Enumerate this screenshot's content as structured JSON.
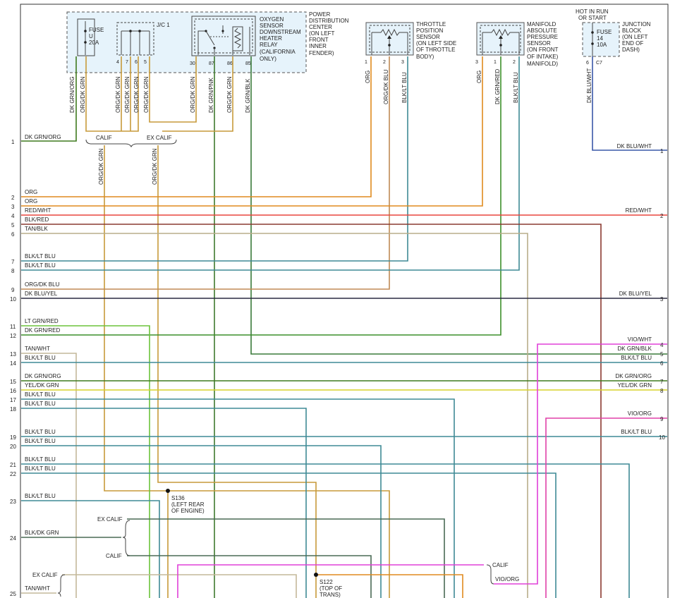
{
  "colors": {
    "dk_grn_org": "#3f7a1e",
    "org": "#e08a1e",
    "org_dk_grn": "#c79a3a",
    "red_wht": "#e8473f",
    "blk_red": "#8a3a30",
    "tan_blk": "#b8ad8a",
    "blk_lt_blu": "#3f8a95",
    "org_dk_blu": "#c08a55",
    "dk_blu_yel": "#2a2a40",
    "lt_grn_red": "#6cc33a",
    "dk_grn_red": "#3c8f2a",
    "tan_wht": "#c4b89a",
    "yel_dk_grn": "#d8d42a",
    "blk_dk_grn": "#4a6a55",
    "vio_wht": "#e040d8",
    "vio_org": "#e040a8",
    "dk_grn_blk": "#3a7a3a",
    "dk_blu_wht": "#3a58a8",
    "dk_grn_pnk": "#3f7a2e"
  },
  "components": {
    "pdc": {
      "title": [
        "POWER",
        "DISTRIBUTION",
        "CENTER",
        "(ON LEFT",
        "FRONT",
        "INNER",
        "FENDER)"
      ],
      "fuse": [
        "FUSE",
        "U",
        "20A"
      ],
      "jc": "J/C 1",
      "relay": [
        "OXYGEN",
        "SENSOR",
        "DOWNSTREAM",
        "HEATER",
        "RELAY",
        "(CALIFORNIA",
        "ONLY)"
      ],
      "pins": [
        "4",
        "7",
        "6",
        "5",
        "30",
        "87",
        "86",
        "85"
      ]
    },
    "tps": {
      "label": [
        "THROTTLE",
        "POSITION",
        "SENSOR",
        "(ON LEFT SIDE",
        "OF THROTTLE",
        "BODY)"
      ],
      "pins": [
        "1",
        "2",
        "3"
      ]
    },
    "map": {
      "label": [
        "MANIFOLD",
        "ABSOLUTE",
        "PRESSURE",
        "SENSOR",
        "(ON FRONT",
        "OF INTAKE)",
        "MANIFOLD)"
      ],
      "pins": [
        "3",
        "1",
        "2"
      ]
    },
    "jb": {
      "hot": [
        "HOT IN RUN",
        "OR START"
      ],
      "label": [
        "JUNCTION",
        "BLOCK",
        "(ON LEFT",
        "END OF",
        "DASH)"
      ],
      "fuse": [
        "FUSE",
        "14",
        "10A"
      ],
      "pins": [
        "6",
        "C7"
      ]
    }
  },
  "vertical_wire_labels": {
    "pdc": [
      "DK GRN/ORG",
      "ORG/DK GRN",
      "ORG/DK GRN",
      "ORG/DK GRN",
      "ORG/DK GRN",
      "ORG/DK GRN",
      "ORG/DK GRN",
      "DK GRN/PNK",
      "ORG/DK GRN",
      "DK GRN/BLK"
    ],
    "tps": [
      "ORG",
      "ORG/DK BLU",
      "BLK/LT BLU"
    ],
    "map": [
      "ORG",
      "DK GRN/RED",
      "BLK/LT BLU"
    ],
    "jb": [
      "DK BLU/WHT"
    ],
    "drops": [
      "ORG/DK GRN",
      "ORG/DK GRN"
    ]
  },
  "branch_labels": {
    "calif_top": "CALIF",
    "ex_calif_top": "EX CALIF",
    "ex_calif_1": "EX CALIF",
    "calif_1": "CALIF",
    "ex_calif_2": "EX CALIF",
    "calif_2": "CALIF"
  },
  "splices": {
    "s136": [
      "S136",
      "(LEFT REAR",
      "OF ENGINE)"
    ],
    "s122": [
      "S122",
      "(TOP OF",
      "TRANS)"
    ]
  },
  "left_rows": [
    {
      "n": "1",
      "label": "DK GRN/ORG"
    },
    {
      "n": "2",
      "label": "ORG"
    },
    {
      "n": "3",
      "label": "ORG"
    },
    {
      "n": "4",
      "label": "RED/WHT"
    },
    {
      "n": "5",
      "label": "BLK/RED"
    },
    {
      "n": "6",
      "label": "TAN/BLK"
    },
    {
      "n": "7",
      "label": "BLK/LT BLU"
    },
    {
      "n": "8",
      "label": "BLK/LT BLU"
    },
    {
      "n": "9",
      "label": "ORG/DK BLU"
    },
    {
      "n": "10",
      "label": "DK BLU/YEL"
    },
    {
      "n": "11",
      "label": "LT GRN/RED"
    },
    {
      "n": "12",
      "label": "DK GRN/RED"
    },
    {
      "n": "13",
      "label": "TAN/WHT"
    },
    {
      "n": "14",
      "label": "BLK/LT BLU"
    },
    {
      "n": "15",
      "label": "DK GRN/ORG"
    },
    {
      "n": "16",
      "label": "YEL/DK GRN"
    },
    {
      "n": "17",
      "label": "BLK/LT BLU"
    },
    {
      "n": "18",
      "label": "BLK/LT BLU"
    },
    {
      "n": "19",
      "label": "BLK/LT BLU"
    },
    {
      "n": "20",
      "label": "BLK/LT BLU"
    },
    {
      "n": "21",
      "label": "BLK/LT BLU"
    },
    {
      "n": "22",
      "label": "BLK/LT BLU"
    },
    {
      "n": "23",
      "label": "BLK/LT BLU"
    },
    {
      "n": "24",
      "label": "BLK/DK GRN"
    },
    {
      "n": "25",
      "label": "TAN/WHT"
    }
  ],
  "right_rows": [
    {
      "n": "1",
      "label": "DK BLU/WHT"
    },
    {
      "n": "2",
      "label": "RED/WHT"
    },
    {
      "n": "3",
      "label": "DK BLU/YEL"
    },
    {
      "n": "4",
      "label": "VIO/WHT"
    },
    {
      "n": "5",
      "label": "DK GRN/BLK"
    },
    {
      "n": "6",
      "label": "BLK/LT BLU"
    },
    {
      "n": "7",
      "label": "DK GRN/ORG"
    },
    {
      "n": "8",
      "label": "YEL/DK GRN"
    },
    {
      "n": "9",
      "label": "VIO/ORG"
    },
    {
      "n": "10",
      "label": "BLK/LT BLU"
    }
  ],
  "bottom_right": {
    "calif": "CALIF",
    "vio_org": "VIO/ORG"
  }
}
